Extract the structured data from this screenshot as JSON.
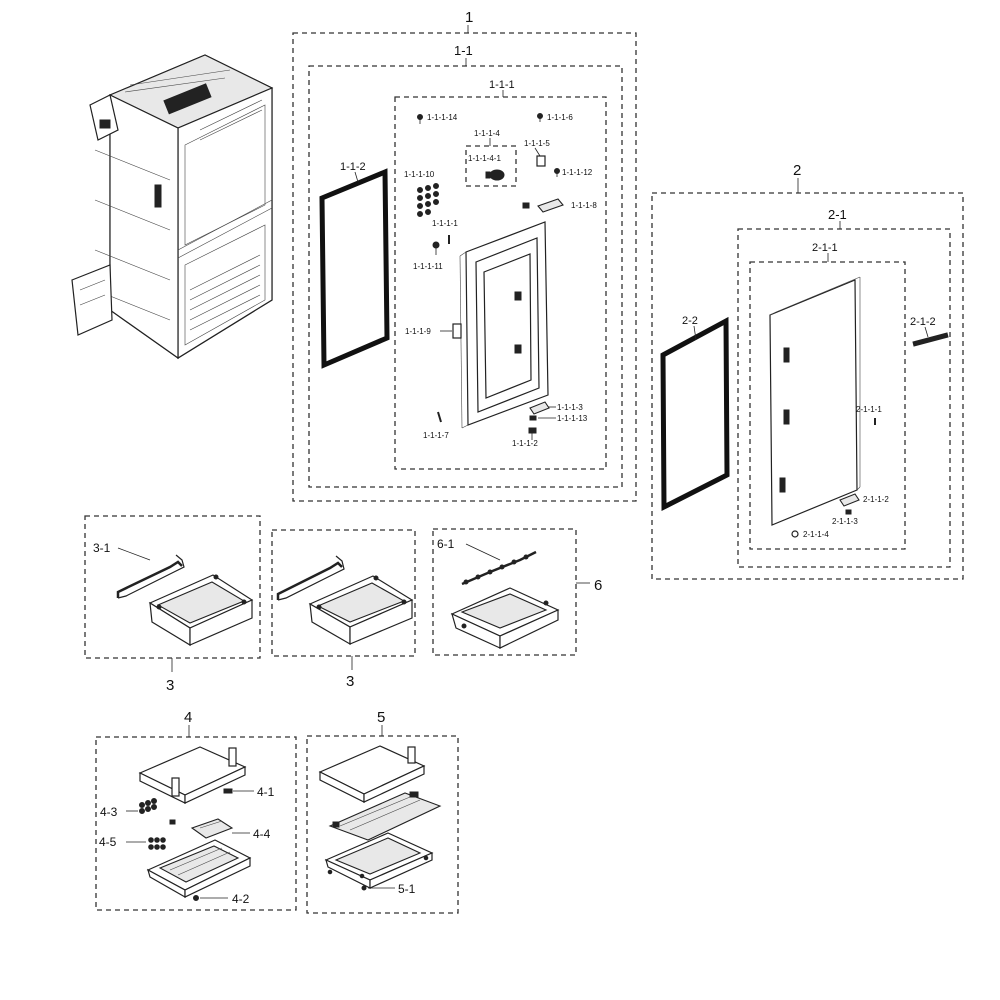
{
  "groups": {
    "g1": "1",
    "g1_1": "1-1",
    "g1_1_1": "1-1-1",
    "g1_1_1_4": "1-1-1-4",
    "g2": "2",
    "g2_1": "2-1",
    "g2_1_1": "2-1-1",
    "g3a": "3",
    "g3b": "3",
    "g4": "4",
    "g5": "5",
    "g6": "6"
  },
  "labels": {
    "p1_1_2": "1-1-2",
    "p1_1_1_14": "1-1-1-14",
    "p1_1_1_6": "1-1-1-6",
    "p1_1_1_4_1": "1-1-1-4-1",
    "p1_1_1_5": "1-1-1-5",
    "p1_1_1_12": "1-1-1-12",
    "p1_1_1_10": "1-1-1-10",
    "p1_1_1_8": "1-1-1-8",
    "p1_1_1_1": "1-1-1-1",
    "p1_1_1_11": "1-1-1-11",
    "p1_1_1_9": "1-1-1-9",
    "p1_1_1_3": "1-1-1-3",
    "p1_1_1_13": "1-1-1-13",
    "p1_1_1_7": "1-1-1-7",
    "p1_1_1_2": "1-1-1-2",
    "p2_2": "2-2",
    "p2_1_2": "2-1-2",
    "p2_1_1_1": "2-1-1-1",
    "p2_1_1_2": "2-1-1-2",
    "p2_1_1_3": "2-1-1-3",
    "p2_1_1_4": "2-1-1-4",
    "p3_1": "3-1",
    "p6_1": "6-1",
    "p4_1": "4-1",
    "p4_3": "4-3",
    "p4_4": "4-4",
    "p4_5": "4-5",
    "p4_2": "4-2",
    "p5_1": "5-1"
  }
}
